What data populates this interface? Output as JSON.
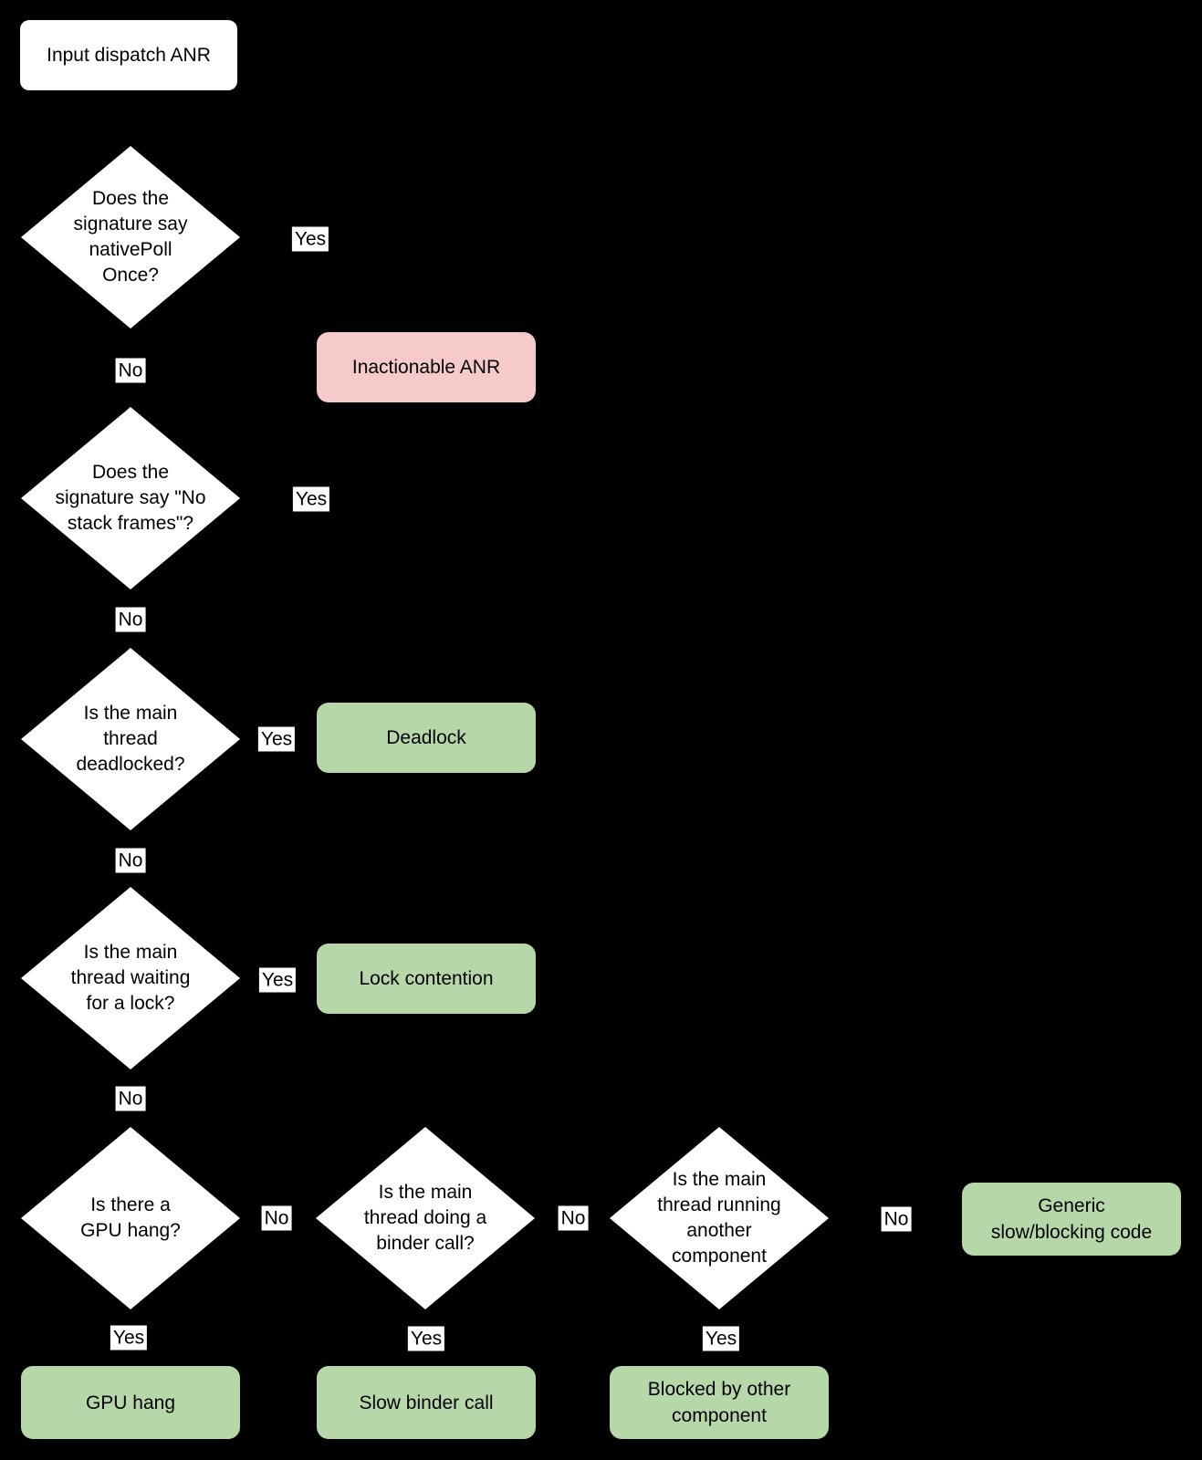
{
  "flowchart": {
    "start": {
      "label": "Input dispatch ANR"
    },
    "decisions": [
      {
        "id": "native-poll-once",
        "label": "Does the\nsignature say\nnativePoll\nOnce?"
      },
      {
        "id": "no-stack-frames",
        "label": "Does the\nsignature say \"No\nstack frames\"?"
      },
      {
        "id": "main-thread-deadlocked",
        "label": "Is the main\nthread\ndeadlocked?"
      },
      {
        "id": "main-thread-waiting-for-lock",
        "label": "Is the main\nthread waiting\nfor a lock?"
      },
      {
        "id": "gpu-hang",
        "label": "Is there a\nGPU hang?"
      },
      {
        "id": "binder-call",
        "label": "Is the main\nthread doing a\nbinder call?"
      },
      {
        "id": "running-another-component",
        "label": "Is the main\nthread running\nanother\ncomponent"
      }
    ],
    "outcomes": [
      {
        "id": "inactionable-anr",
        "label": "Inactionable ANR",
        "kind": "bad"
      },
      {
        "id": "deadlock",
        "label": "Deadlock",
        "kind": "good"
      },
      {
        "id": "lock-contention",
        "label": "Lock contention",
        "kind": "good"
      },
      {
        "id": "generic-slow-blocking-code",
        "label": "Generic\nslow/blocking code",
        "kind": "good"
      },
      {
        "id": "gpu-hang",
        "label": "GPU hang",
        "kind": "good"
      },
      {
        "id": "slow-binder-call",
        "label": "Slow binder call",
        "kind": "good"
      },
      {
        "id": "blocked-by-other-component",
        "label": "Blocked by other\ncomponent",
        "kind": "good"
      }
    ],
    "edge_labels": [
      {
        "from": "native-poll-once",
        "text": "Yes"
      },
      {
        "from": "native-poll-once",
        "text": "No"
      },
      {
        "from": "no-stack-frames",
        "text": "Yes"
      },
      {
        "from": "no-stack-frames",
        "text": "No"
      },
      {
        "from": "main-thread-deadlocked",
        "text": "Yes"
      },
      {
        "from": "main-thread-deadlocked",
        "text": "No"
      },
      {
        "from": "main-thread-waiting-for-lock",
        "text": "Yes"
      },
      {
        "from": "main-thread-waiting-for-lock",
        "text": "No"
      },
      {
        "from": "gpu-hang",
        "text": "No"
      },
      {
        "from": "gpu-hang",
        "text": "Yes"
      },
      {
        "from": "binder-call",
        "text": "No"
      },
      {
        "from": "binder-call",
        "text": "Yes"
      },
      {
        "from": "running-another-component",
        "text": "No"
      },
      {
        "from": "running-another-component",
        "text": "Yes"
      }
    ],
    "colors": {
      "background": "#000000",
      "decision_fill": "#ffffff",
      "outcome_bad_fill": "#f6caca",
      "outcome_good_fill": "#b6d7a8",
      "text": "#000000",
      "edge_label_bg": "#ffffff"
    }
  }
}
